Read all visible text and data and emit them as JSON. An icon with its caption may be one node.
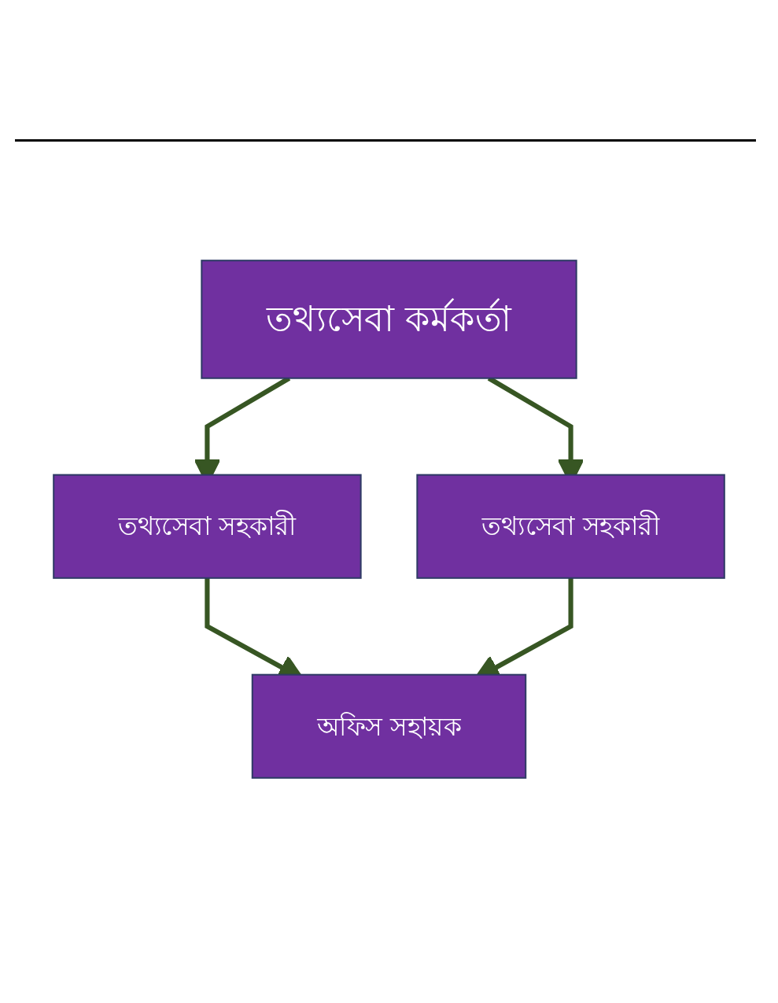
{
  "diagram": {
    "nodes": [
      {
        "text": [
          "তথ্যসেবা কর্মকর্তা"
        ]
      },
      {
        "text": [
          "তথ্যসেবা সহকারী"
        ]
      },
      {
        "text": [
          "তথ্যসেবা সহকারী"
        ]
      },
      {
        "text": [
          "অফিস সহায়ক"
        ]
      }
    ],
    "edges": [
      {
        "from": 0,
        "to": 1,
        "arrow": "to",
        "color": "#375623"
      },
      {
        "from": 0,
        "to": 2,
        "arrow": "to",
        "color": "#375623"
      },
      {
        "from": 1,
        "to": 3,
        "arrow": "to",
        "color": "#375623"
      },
      {
        "from": 2,
        "to": 3,
        "arrow": "to",
        "color": "#375623"
      }
    ]
  }
}
